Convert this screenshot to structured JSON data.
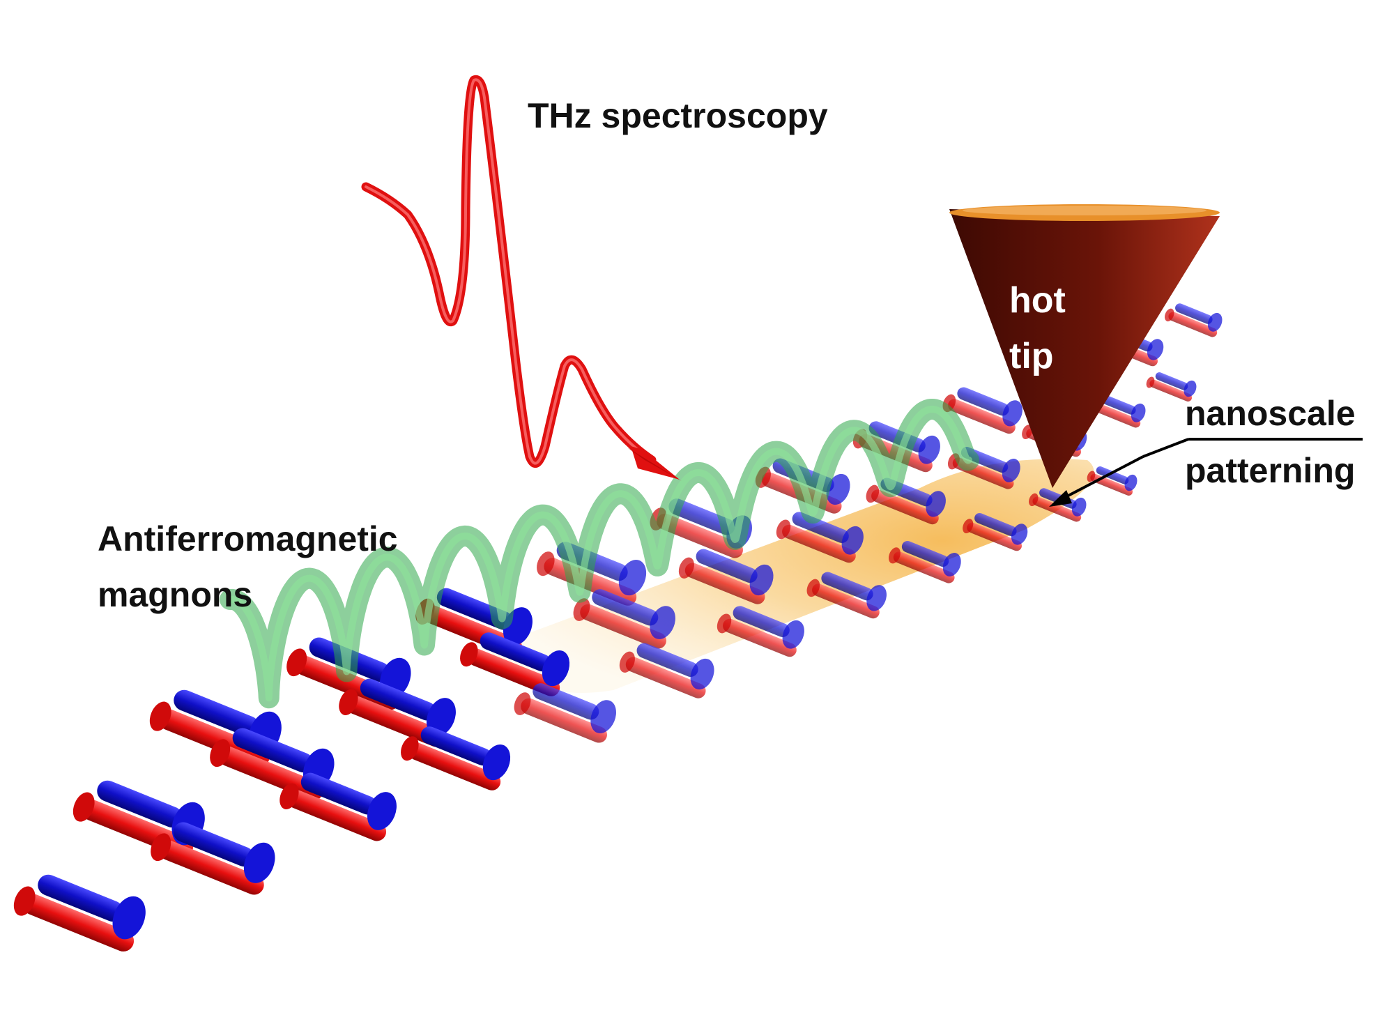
{
  "labels": {
    "thz": "THz spectroscopy",
    "magnons_line1": "Antiferromagnetic",
    "magnons_line2": "magnons",
    "tip_line1": "hot",
    "tip_line2": "tip",
    "patterning_line1": "nanoscale",
    "patterning_line2": "patterning"
  },
  "colors": {
    "background": "#ffffff",
    "text": "#111111",
    "tip_text": "#ffffff",
    "thz_pulse": "#e01010",
    "magnon_wave": "#3cb44b",
    "spin_up": "#1010c8",
    "spin_down": "#e81010",
    "heated_region": "#f5a623",
    "tip_dark": "#4a0e06",
    "tip_light": "#a8281a",
    "tip_rim": "#e8902a",
    "pointer": "#000000"
  },
  "icons": {
    "spin_pair": "spin-arrow-pair-icon",
    "thz_pulse": "thz-pulse-arrow-icon",
    "tip": "cone-tip-icon"
  }
}
